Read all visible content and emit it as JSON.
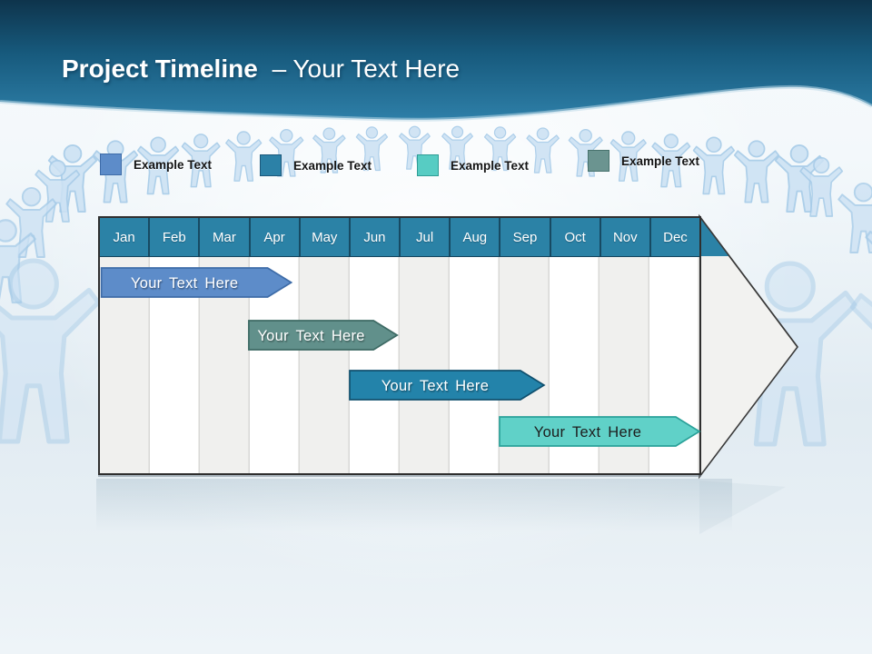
{
  "slide_title": {
    "bold": "Project Timeline",
    "regular": "– Your Text Here"
  },
  "legend": {
    "items": [
      {
        "label": "Example Text",
        "color": "#5d8cc9",
        "border": "#3e6ca8"
      },
      {
        "label": "Example Text",
        "color": "#2c81a7",
        "border": "#1b587a"
      },
      {
        "label": "Example Text",
        "color": "#57ccc3",
        "border": "#2f9d95"
      },
      {
        "label": "Example Text",
        "color": "#6b9490",
        "border": "#47726d"
      }
    ]
  },
  "timeline": {
    "months": [
      "Jan",
      "Feb",
      "Mar",
      "Apr",
      "May",
      "Jun",
      "Jul",
      "Aug",
      "Sep",
      "Oct",
      "Nov",
      "Dec"
    ],
    "header_color": "#2b82a6",
    "bars": [
      {
        "label": "Your Text Here",
        "start_month": 0.03,
        "end_month": 3.83,
        "fill": "#5d8cc9",
        "border": "#3e6ca8",
        "text_color": "#ffffff"
      },
      {
        "label": "Your Text Here",
        "start_month": 2.98,
        "end_month": 5.95,
        "fill": "#61908b",
        "border": "#3d6a64",
        "text_color": "#ffffff"
      },
      {
        "label": "Your Text Here",
        "start_month": 5.0,
        "end_month": 8.89,
        "fill": "#2383aa",
        "border": "#10506e",
        "text_color": "#ffffff"
      },
      {
        "label": "Your Text Here",
        "start_month": 8.0,
        "end_month": 12.0,
        "fill": "#60d1c8",
        "border": "#2aa199",
        "text_color": "#1d1d1d"
      }
    ]
  }
}
